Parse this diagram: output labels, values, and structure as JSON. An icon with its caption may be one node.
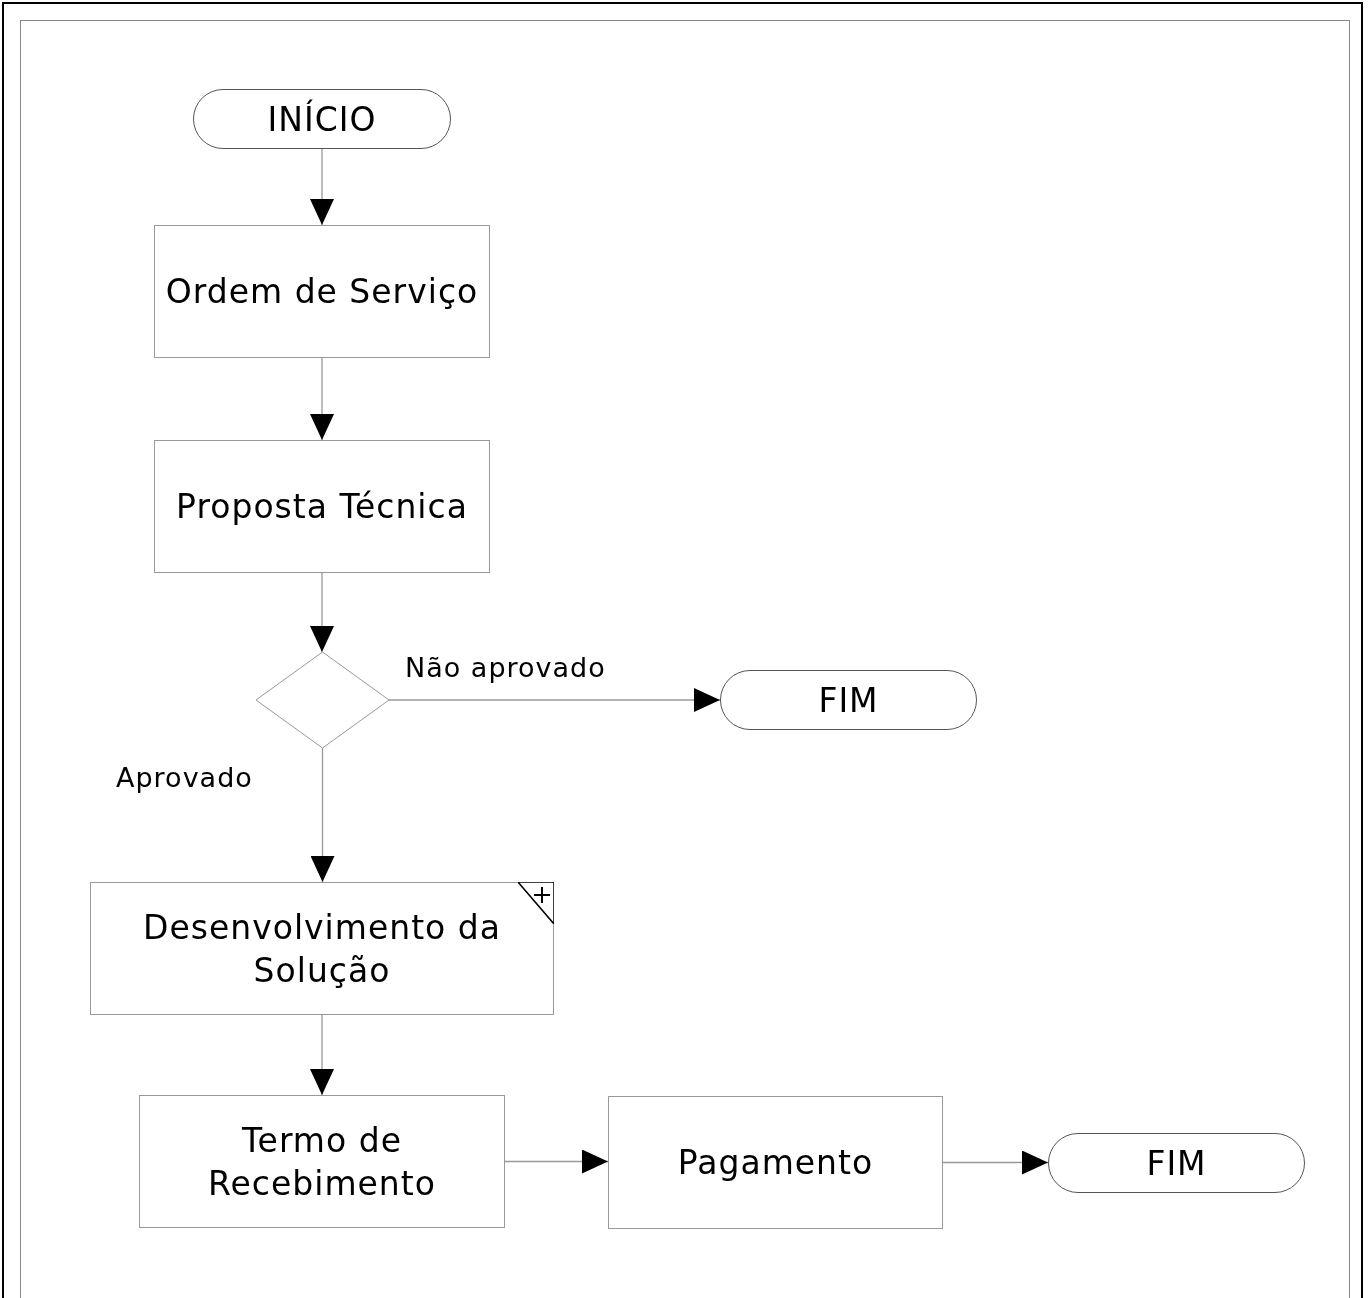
{
  "diagram": {
    "nodes": [
      {
        "text": [
          "INÍCIO"
        ]
      },
      {
        "text": [
          "Ordem de Serviço"
        ]
      },
      {
        "text": [
          "Proposta Técnica"
        ]
      },
      {
        "text": [],
        "shape": "diamond"
      },
      {
        "text": [
          "FIM"
        ]
      },
      {
        "text": [
          "Desenvolvimento da Solução"
        ]
      },
      {
        "text": [
          "Termo de Recebimento"
        ]
      },
      {
        "text": [
          "Pagamento"
        ]
      },
      {
        "text": [
          "FIM"
        ]
      }
    ],
    "edges": [
      {
        "from": 0,
        "to": 1,
        "arrow": "to"
      },
      {
        "from": 1,
        "to": 2,
        "arrow": "to"
      },
      {
        "from": 2,
        "to": 3,
        "arrow": "to"
      },
      {
        "from": 3,
        "to": 4,
        "arrow": "to",
        "label": "Não aprovado"
      },
      {
        "from": 3,
        "to": 5,
        "arrow": "to",
        "label": "Aprovado"
      },
      {
        "from": 5,
        "to": 6,
        "arrow": "to"
      },
      {
        "from": 6,
        "to": 7,
        "arrow": "to"
      },
      {
        "from": 7,
        "to": 8,
        "arrow": "to"
      }
    ]
  }
}
